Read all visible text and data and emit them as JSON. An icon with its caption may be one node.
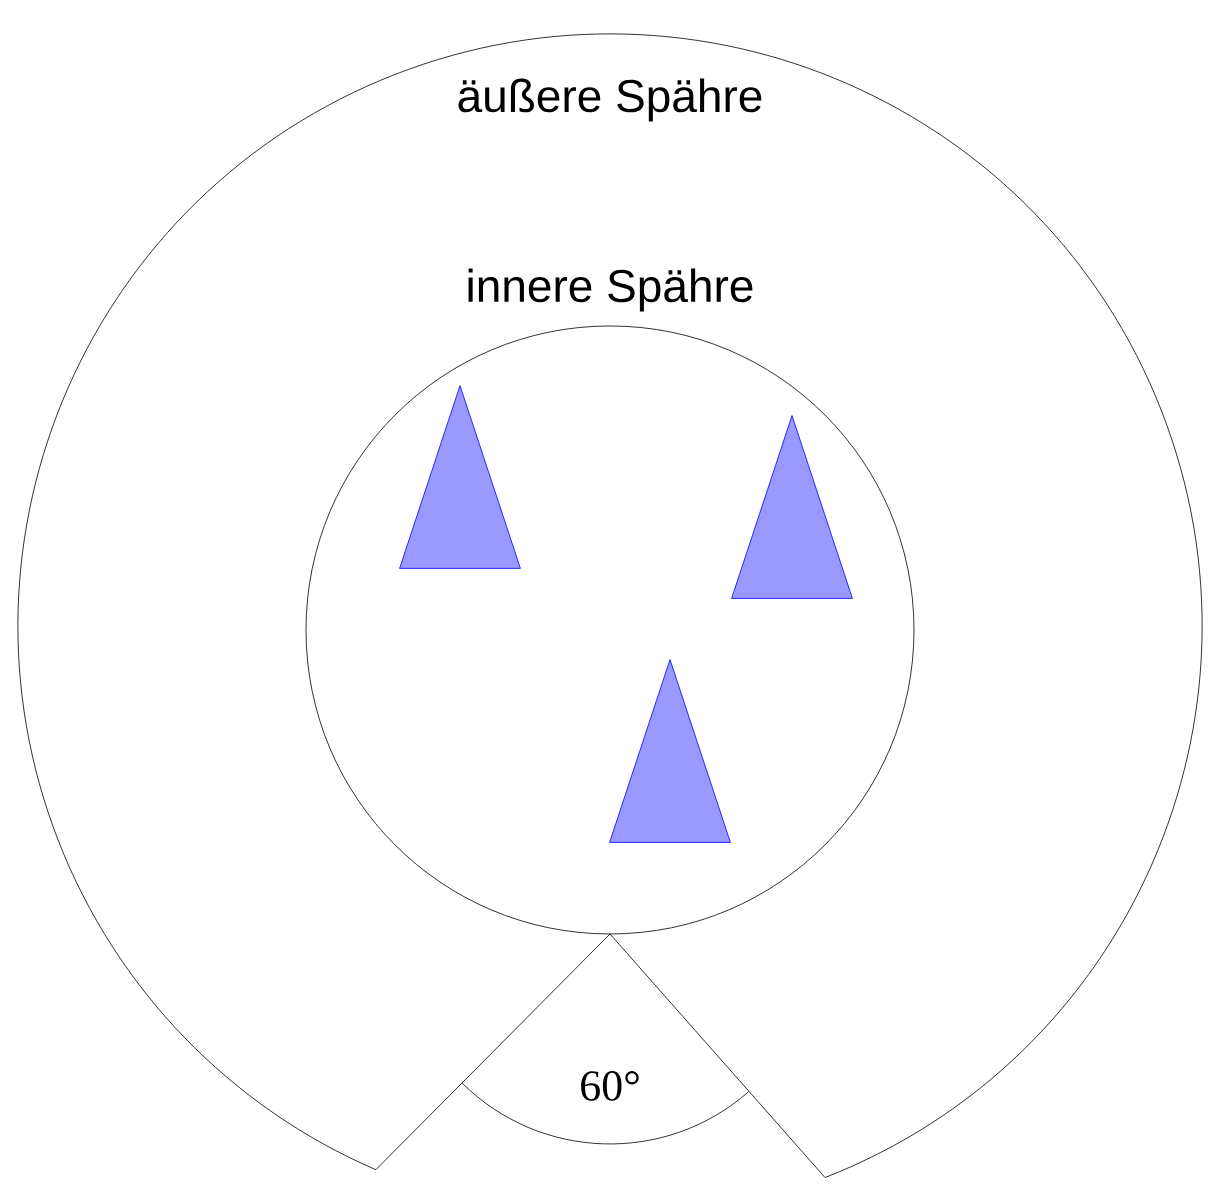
{
  "diagram": {
    "nodes": [
      {
        "text": [
          "äußere Spähre"
        ]
      },
      {
        "text": [
          "innere Spähre"
        ],
        "in": 0
      },
      {
        "text": [],
        "shape": "triangle",
        "in": 1
      },
      {
        "text": [],
        "shape": "triangle",
        "in": 1
      },
      {
        "text": [],
        "shape": "triangle",
        "in": 1
      }
    ],
    "labels": [
      "60°"
    ]
  }
}
